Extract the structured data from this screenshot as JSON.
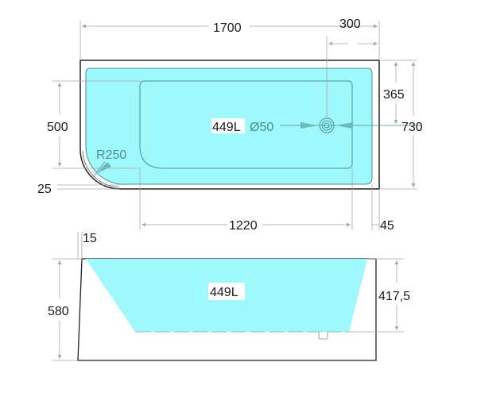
{
  "drawing": {
    "title": "Bathtub technical drawing",
    "colors": {
      "water": "#9ff8fb",
      "outline": "#222222",
      "dimension": "#a8a8a8",
      "teal": "#4a8f95"
    },
    "top_view": {
      "overall_length": "1700",
      "drain_offset": "300",
      "inner_width": "500",
      "corner_radius": "R250",
      "edge_offset_bottom": "25",
      "inner_length": "1220",
      "edge_offset_right": "45",
      "drain_to_edge": "365",
      "overall_width": "730",
      "volume_label": "449L",
      "drain_diameter": "Ø50"
    },
    "side_view": {
      "wall_thickness": "15",
      "overall_height": "580",
      "water_depth": "417,5",
      "volume_label": "449L"
    }
  }
}
